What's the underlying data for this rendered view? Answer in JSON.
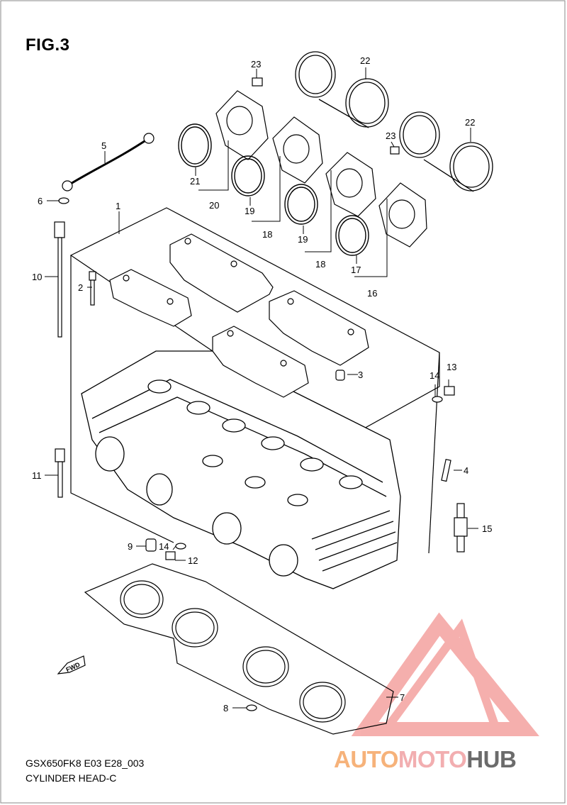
{
  "figure": {
    "title": "FIG.3",
    "model_code": "GSX650FK8 E03 E28_003",
    "subtitle": "CYLINDER HEAD-C",
    "fwd_label": "FWD"
  },
  "watermark": {
    "brand_part1": "AUTO",
    "brand_part2": "MOTO",
    "brand_part3": "HUB",
    "color_orange": "#f6b27a",
    "color_pink": "#f2aeb0",
    "color_gray": "#6b6b6b"
  },
  "callouts": {
    "c1": "1",
    "c2": "2",
    "c3": "3",
    "c4": "4",
    "c5": "5",
    "c6": "6",
    "c7": "7",
    "c8": "8",
    "c9": "9",
    "c10": "10",
    "c11": "11",
    "c12": "12",
    "c13": "13",
    "c14a": "14",
    "c14b": "14",
    "c15": "15",
    "c16": "16",
    "c17": "17",
    "c18a": "18",
    "c18b": "18",
    "c19a": "19",
    "c19b": "19",
    "c20": "20",
    "c21": "21",
    "c22a": "22",
    "c22b": "22",
    "c23a": "23",
    "c23b": "23"
  }
}
